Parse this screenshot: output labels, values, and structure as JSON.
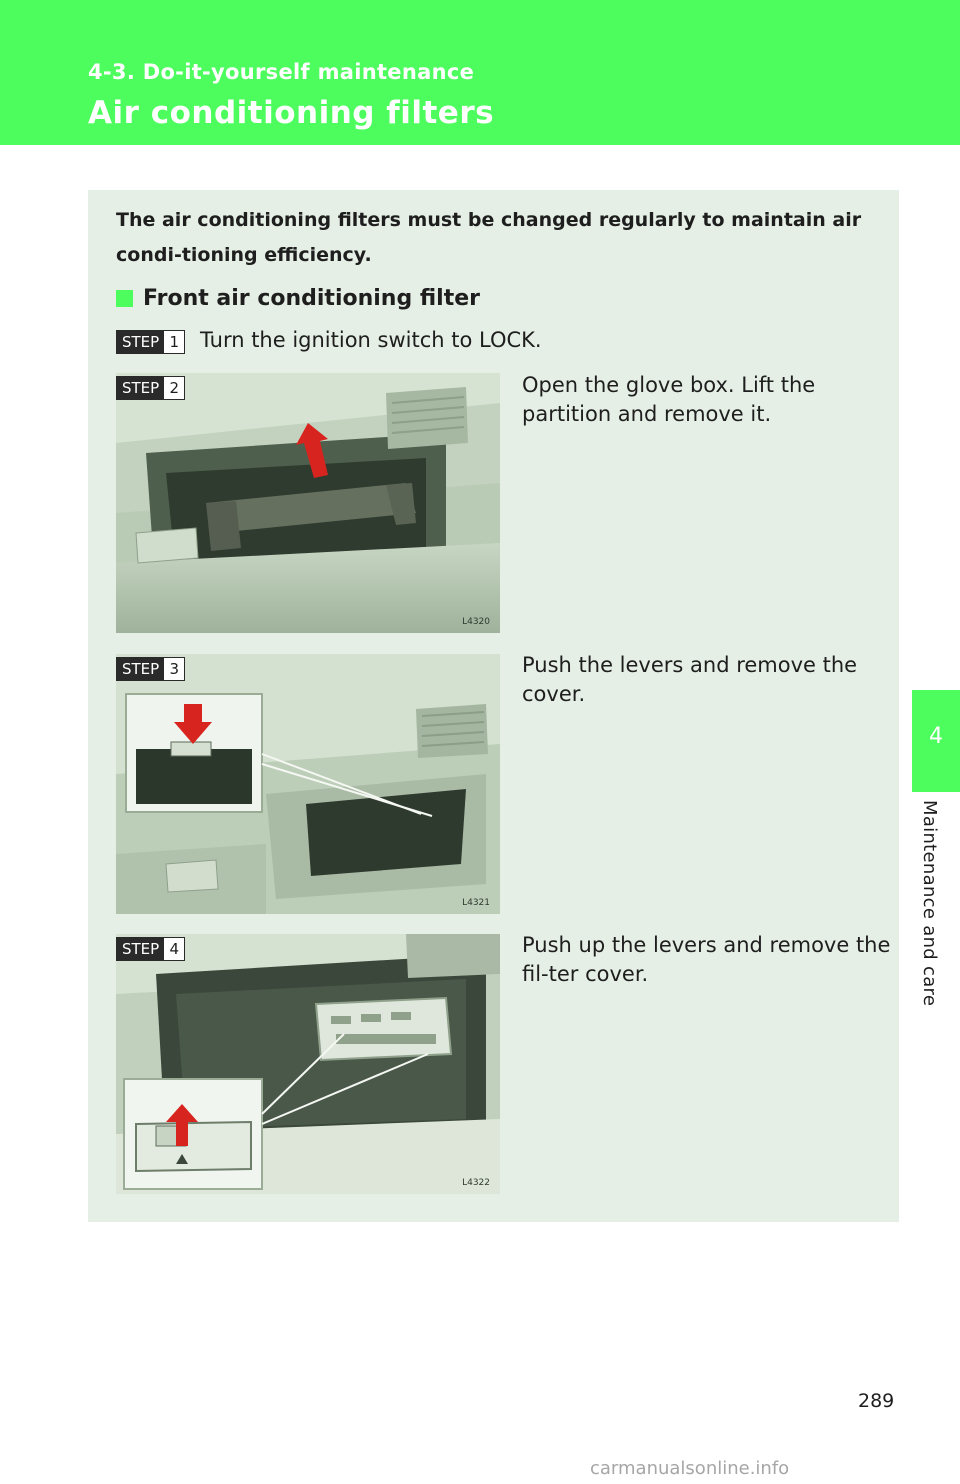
{
  "header": {
    "section": "4-3. Do-it-yourself maintenance",
    "title": "Air conditioning filters"
  },
  "side_tab": {
    "number": "4",
    "caption": "Maintenance and care"
  },
  "intro": "The air conditioning filters must be changed regularly to maintain air condi-tioning efficiency.",
  "subheading": "Front air conditioning filter",
  "step_word": "STEP",
  "steps": [
    {
      "number": "1",
      "text": "Turn the ignition switch to LOCK."
    },
    {
      "number": "2",
      "text": "Open the glove box. Lift the partition and remove it.",
      "figure_code": "L4320"
    },
    {
      "number": "3",
      "text": "Push the levers and remove the cover.",
      "figure_code": "L4321"
    },
    {
      "number": "4",
      "text": "Push up the levers and remove the fil-ter cover.",
      "figure_code": "L4322"
    }
  ],
  "page_number": "289",
  "watermark": "carmanualsonline.info",
  "colors": {
    "accent_green": "#4dfd5e",
    "content_background": "#e5efe5",
    "arrow_red": "#d8241f"
  }
}
